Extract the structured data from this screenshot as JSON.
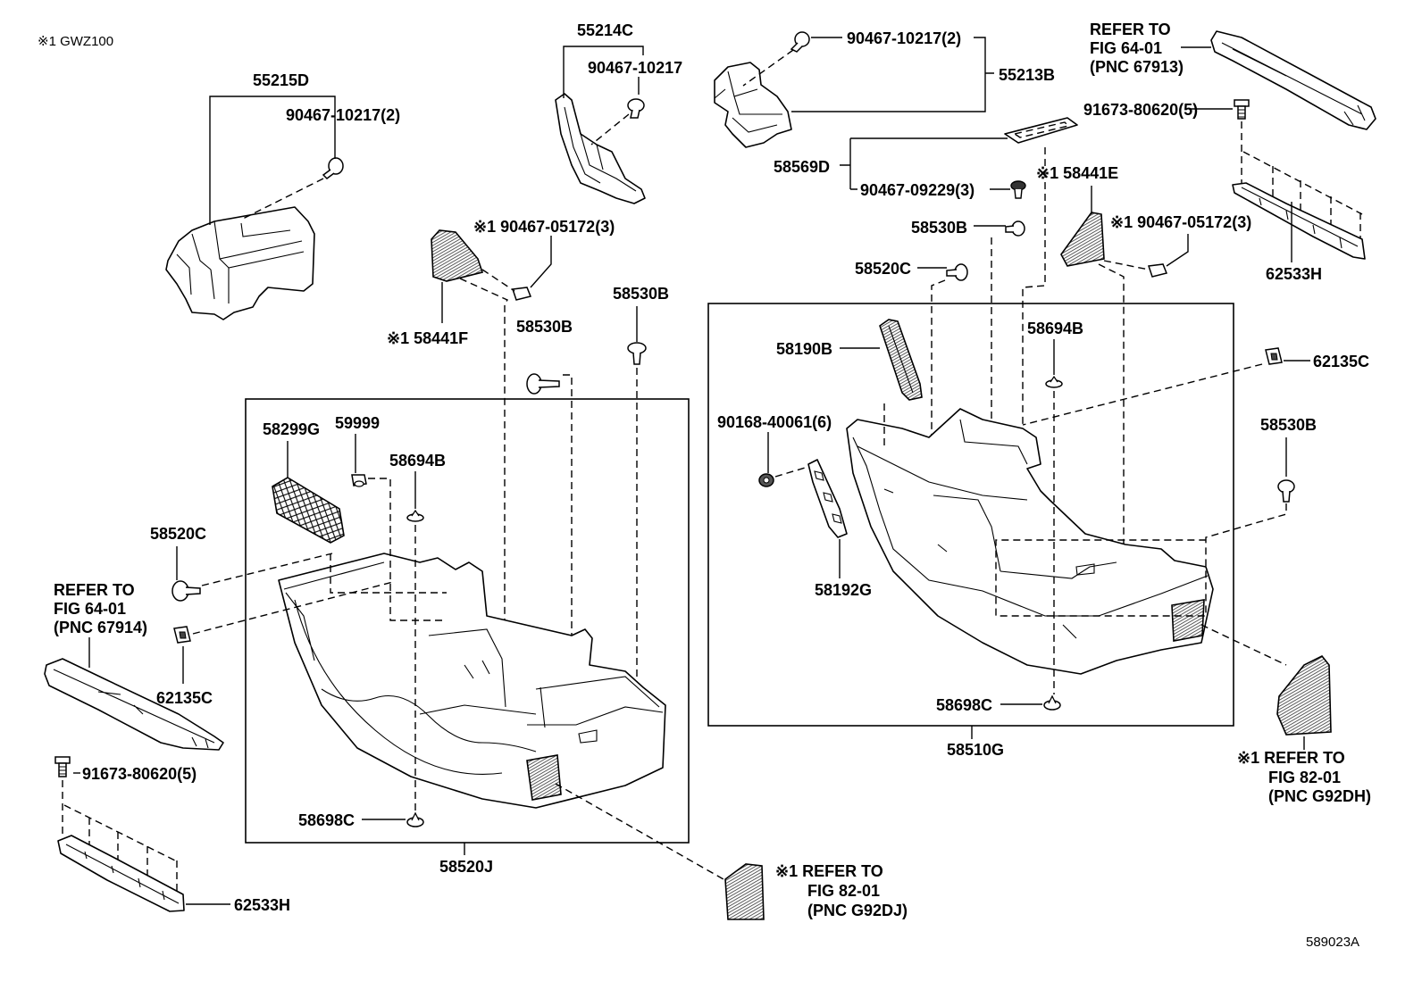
{
  "note": "※1 GWZ100",
  "figure_code": "589023A",
  "upper_left": {
    "panel": "55215D",
    "panel_clip": "90467-10217(2)",
    "bracket": "55214C",
    "bracket_clip": "90467-10217",
    "cover_clip": "※1 90467-05172(3)",
    "cover": "※1 58441F",
    "pin_a": "58530B",
    "pin_b": "58530B"
  },
  "upper_right": {
    "panel": "55213B",
    "panel_clip": "90467-10217(2)",
    "refer": [
      "REFER TO",
      "FIG 64-01",
      "(PNC 67913)"
    ],
    "screw": "91673-80620(5)",
    "retainer": "62533H",
    "pad": "58569D",
    "pad_screw": "90467-09229(3)",
    "cover": "※1 58441E",
    "cover_clip": "※1 90467-05172(3)",
    "pin": "58530B",
    "clip": "58520C"
  },
  "right_assembly": {
    "assembly": "58510G",
    "grille": "58190B",
    "grommet_top": "58694B",
    "clip": "62135C",
    "nut": "90168-40061(6)",
    "pin": "58530B",
    "bracket": "58192G",
    "grommet_bottom": "58698C",
    "refer": [
      "※1 REFER TO",
      "FIG 82-01",
      "(PNC G92DH)"
    ]
  },
  "left_assembly": {
    "assembly": "58520J",
    "grille": "58299G",
    "clip": "59999",
    "grommet_top": "58694B",
    "grommet_bottom": "58698C",
    "refer": [
      "※1 REFER TO",
      "FIG 82-01",
      "(PNC G92DJ)"
    ]
  },
  "lower_left": {
    "clip": "58520C",
    "refer": [
      "REFER TO",
      "FIG 64-01",
      "(PNC 67914)"
    ],
    "clip_b": "62135C",
    "screw": "91673-80620(5)",
    "retainer": "62533H"
  }
}
